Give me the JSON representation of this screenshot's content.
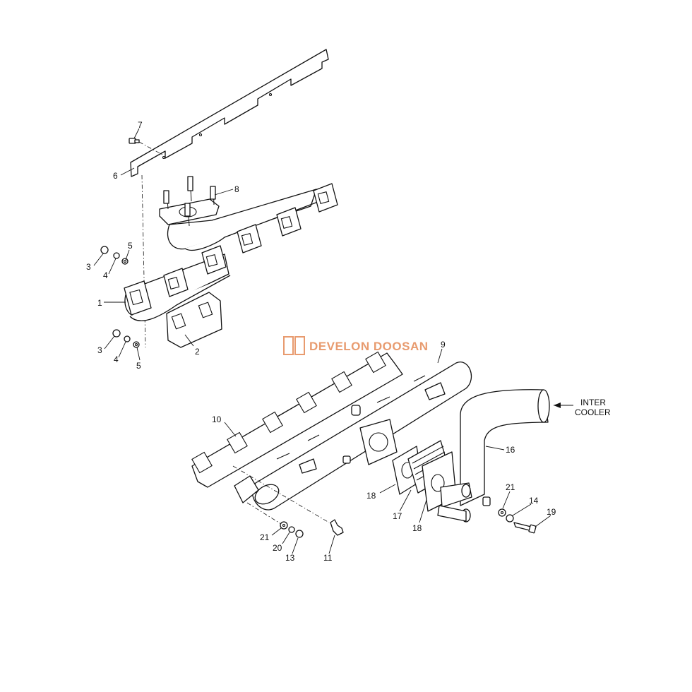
{
  "diagram": {
    "watermark": {
      "text": "DEVELON DOOSAN",
      "color": "#e58a56"
    },
    "annotation": {
      "line1": "INTER",
      "line2": "COOLER"
    },
    "callouts": [
      {
        "id": "c7",
        "text": "7"
      },
      {
        "id": "c6",
        "text": "6"
      },
      {
        "id": "c8",
        "text": "8"
      },
      {
        "id": "c3a",
        "text": "3"
      },
      {
        "id": "c4a",
        "text": "4"
      },
      {
        "id": "c5a",
        "text": "5"
      },
      {
        "id": "c1",
        "text": "1"
      },
      {
        "id": "c3b",
        "text": "3"
      },
      {
        "id": "c4b",
        "text": "4"
      },
      {
        "id": "c5b",
        "text": "5"
      },
      {
        "id": "c2",
        "text": "2"
      },
      {
        "id": "c9",
        "text": "9"
      },
      {
        "id": "c10",
        "text": "10"
      },
      {
        "id": "c16",
        "text": "16"
      },
      {
        "id": "c18a",
        "text": "18"
      },
      {
        "id": "c17",
        "text": "17"
      },
      {
        "id": "c18b",
        "text": "18"
      },
      {
        "id": "c21a",
        "text": "21"
      },
      {
        "id": "c20",
        "text": "20"
      },
      {
        "id": "c13",
        "text": "13"
      },
      {
        "id": "c11",
        "text": "11"
      },
      {
        "id": "c21b",
        "text": "21"
      },
      {
        "id": "c14",
        "text": "14"
      },
      {
        "id": "c19",
        "text": "19"
      }
    ]
  }
}
